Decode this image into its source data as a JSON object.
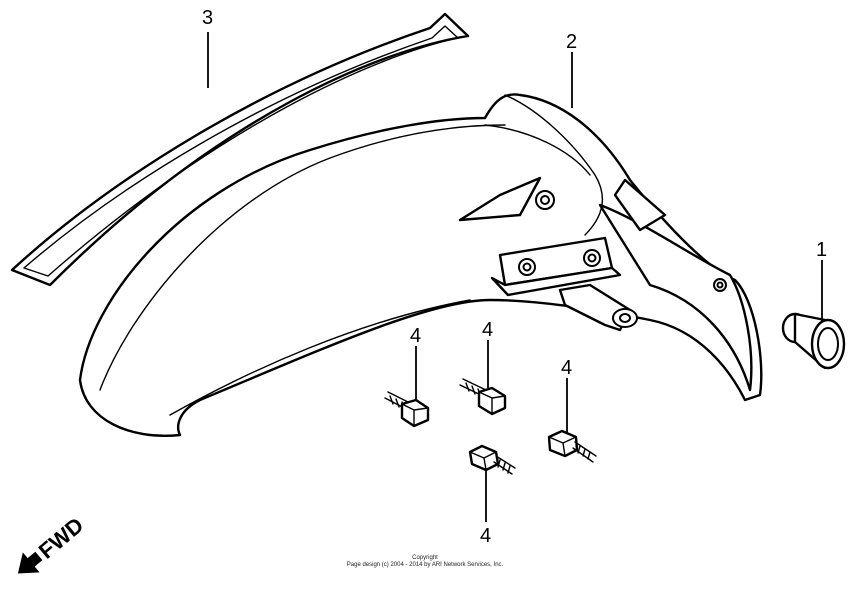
{
  "callouts": {
    "part_1": "1",
    "part_2": "2",
    "part_3": "3",
    "part_4a": "4",
    "part_4b": "4",
    "part_4c": "4",
    "part_4d": "4"
  },
  "direction_label": "FWD",
  "footer": {
    "line1": "Copyright",
    "line2": "Page design (c) 2004 - 2014 by ARI Network Services, Inc."
  }
}
